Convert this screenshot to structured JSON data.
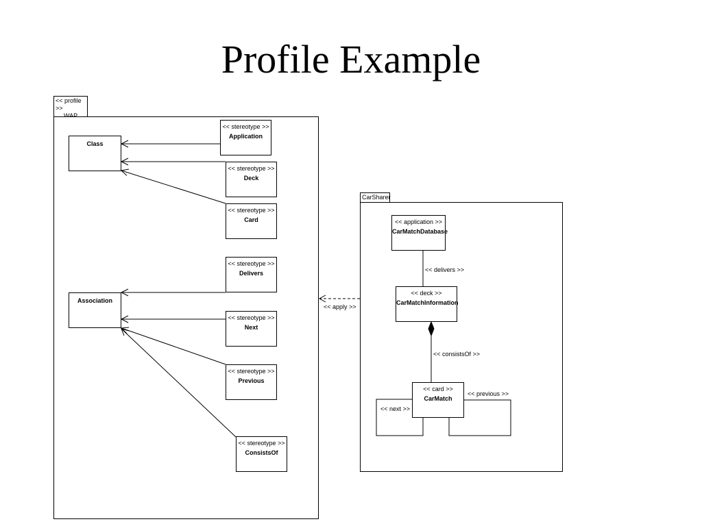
{
  "title": "Profile Example",
  "profile_package": {
    "tab_line1": "<< profile >>",
    "tab_line2": "WAP",
    "metaclasses": {
      "class": "Class",
      "association": "Association"
    },
    "stereotypes": {
      "label": "<< stereotype >>",
      "application": "Application",
      "deck": "Deck",
      "card": "Card",
      "delivers": "Delivers",
      "next": "Next",
      "previous": "Previous",
      "consists_of": "ConsistsOf"
    }
  },
  "apply_label": "<< apply >>",
  "car_sharer_package": {
    "tab": "CarSharer",
    "database": {
      "stereotype": "<< application >>",
      "name": "CarMatchDatabase"
    },
    "delivers_label": "<< delivers >>",
    "information": {
      "stereotype": "<< deck >>",
      "name": "CarMatchInformation"
    },
    "consists_label": "<< consistsOf >>",
    "match": {
      "stereotype": "<< card >>",
      "name": "CarMatch"
    },
    "next_label": "<< next >>",
    "previous_label": "<< previous >>"
  }
}
